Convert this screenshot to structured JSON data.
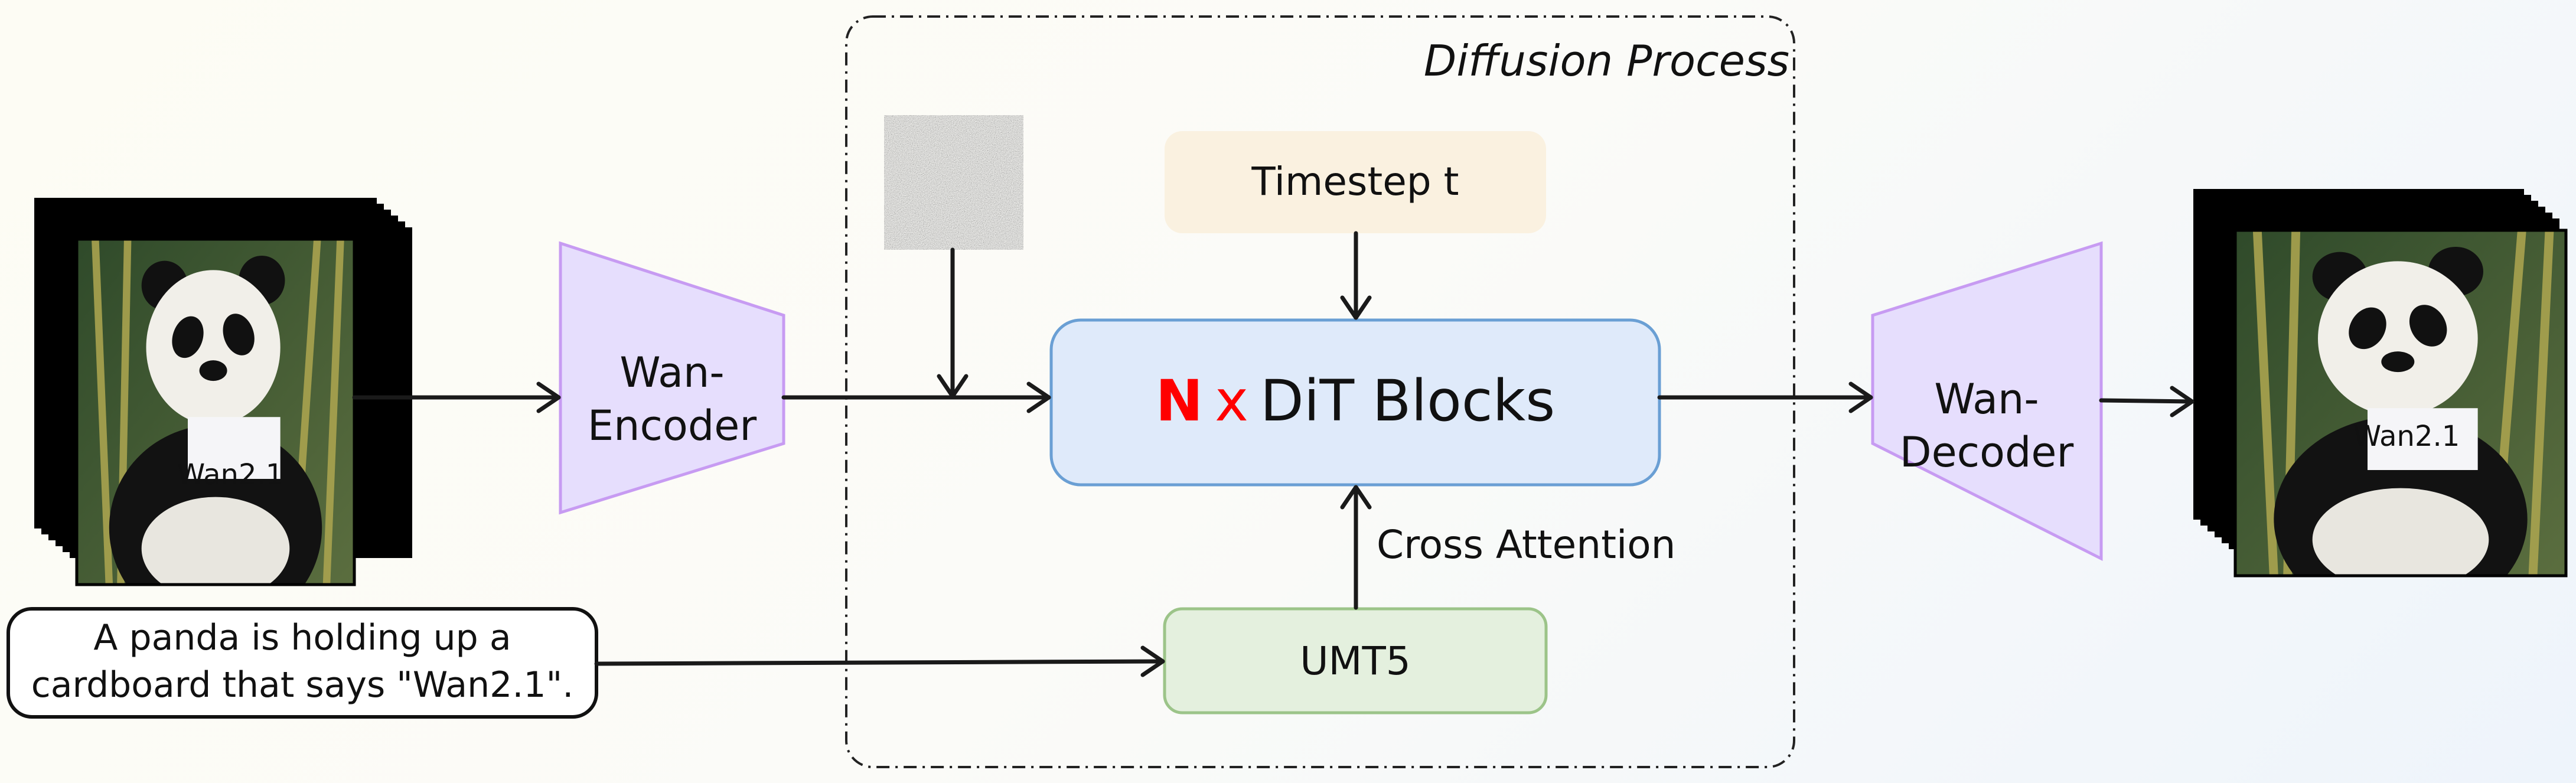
{
  "diffusion_process": {
    "label": "Diffusion Process"
  },
  "encoder": {
    "line1": "Wan-",
    "line2": "Encoder"
  },
  "decoder": {
    "line1": "Wan-",
    "line2": "Decoder"
  },
  "timestep": {
    "label": "Timestep t"
  },
  "dit": {
    "n": "N",
    "x": "x",
    "label": "DiT Blocks"
  },
  "cross_attention": {
    "label": "Cross Attention"
  },
  "umt5": {
    "label": "UMT5"
  },
  "prompt": {
    "line1": "A panda is holding up a",
    "line2": "cardboard that says \"Wan2.1\"."
  },
  "panda_sign_text": "Wan2.1",
  "colors": {
    "encoder_fill": "#e6defd",
    "encoder_stroke": "#c79bf2",
    "timestep_fill": "#faf1e0",
    "dit_fill": "#dfeafa",
    "dit_stroke": "#6a9fd4",
    "umt5_fill": "#e4f0de",
    "umt5_stroke": "#9cc489",
    "accent_red": "#ff0000"
  }
}
